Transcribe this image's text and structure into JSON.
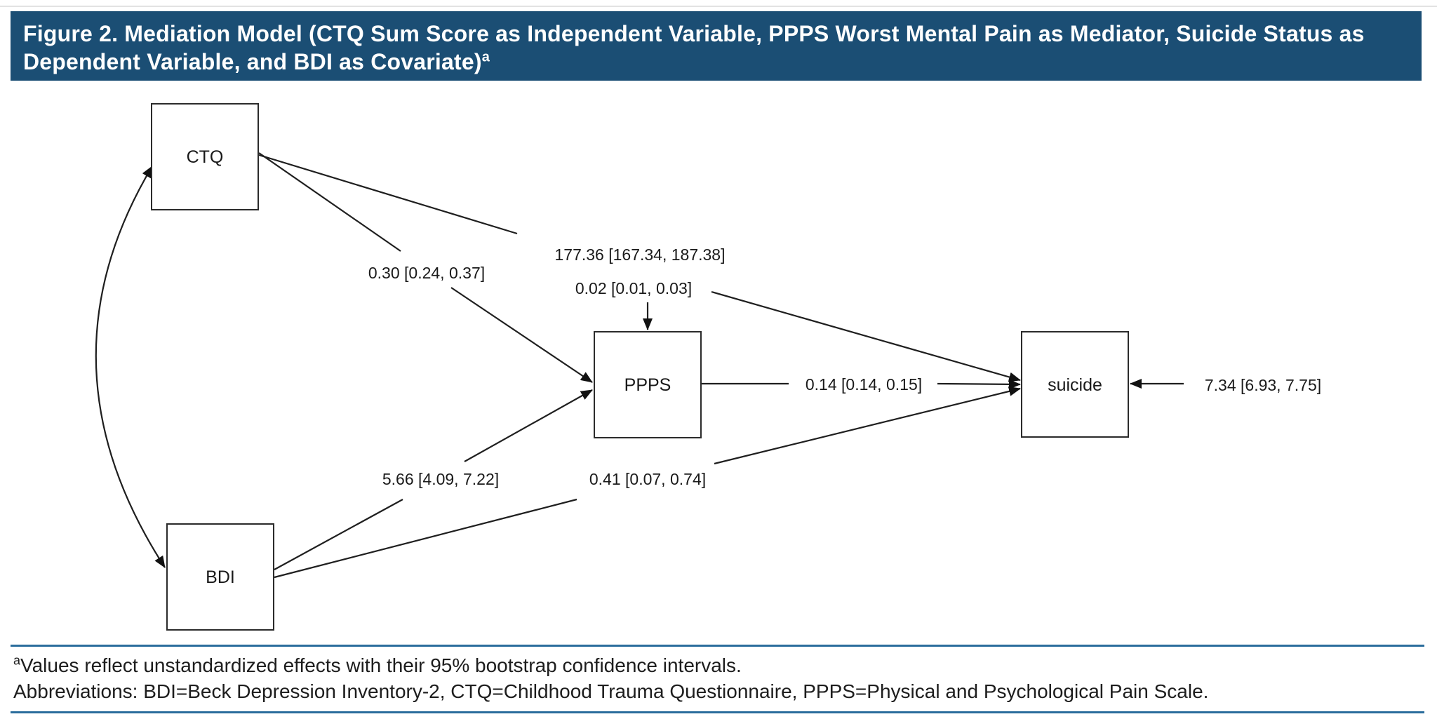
{
  "header": {
    "title": "Figure 2. Mediation Model (CTQ Sum Score as Independent Variable, PPPS Worst Mental Pain as Mediator, Suicide Status as Dependent Variable, and BDI as Covariate)",
    "superscript": "a",
    "bg_color": "#1b4e74",
    "text_color": "#ffffff"
  },
  "diagram": {
    "nodes": [
      {
        "id": "ctq",
        "label": "CTQ"
      },
      {
        "id": "bdi",
        "label": "BDI"
      },
      {
        "id": "ppps",
        "label": "PPPS"
      },
      {
        "id": "suicide",
        "label": "suicide"
      }
    ],
    "paths": [
      {
        "id": "ctq-ppps",
        "from": "CTQ",
        "to": "PPPS",
        "label": "0.30 [0.24, 0.37]"
      },
      {
        "id": "ctq-suicide",
        "from": "CTQ",
        "to": "suicide",
        "label": "0.02 [0.01, 0.03]"
      },
      {
        "id": "ppps-suicide",
        "from": "PPPS",
        "to": "suicide",
        "label": "0.14 [0.14, 0.15]"
      },
      {
        "id": "bdi-ppps",
        "from": "BDI",
        "to": "PPPS",
        "label": "5.66 [4.09, 7.22]"
      },
      {
        "id": "bdi-suicide",
        "from": "BDI",
        "to": "suicide",
        "label": "0.41 [0.07, 0.74]"
      },
      {
        "id": "ppps-intercept",
        "to": "PPPS",
        "label": "177.36 [167.34, 187.38]"
      },
      {
        "id": "suicide-intercept",
        "to": "suicide",
        "label": "7.34 [6.93, 7.75]"
      }
    ],
    "covariance_between": "CTQ and BDI",
    "line_color": "#1f1f1f"
  },
  "footnote": {
    "marker": "a",
    "line1": "Values reflect unstandardized effects with their 95% bootstrap confidence intervals.",
    "line2": "Abbreviations: BDI=Beck Depression Inventory-2, CTQ=Childhood Trauma Questionnaire, PPPS=Physical and Psychological Pain Scale.",
    "rule_color": "#2a6d9c"
  }
}
